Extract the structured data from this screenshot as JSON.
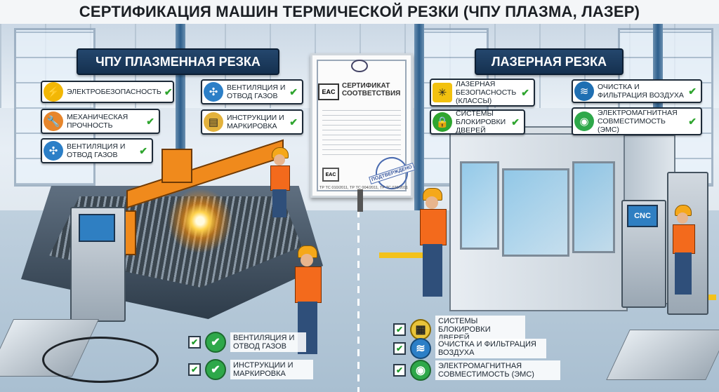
{
  "title": "СЕРТИФИКАЦИЯ МАШИН ТЕРМИЧЕСКОЙ РЕЗКИ (ЧПУ ПЛАЗМА, ЛАЗЕР)",
  "plasma": {
    "header": "ЧПУ ПЛАЗМЕННАЯ РЕЗКА",
    "callouts": [
      {
        "icon": "lightning-icon",
        "text": "ЭЛЕКТРОБЕЗОПАСНОСТЬ"
      },
      {
        "icon": "wrench-icon",
        "text": "МЕХАНИЧЕСКАЯ ПРОЧНОСТЬ"
      },
      {
        "icon": "fan-icon",
        "text": "ВЕНТИЛЯЦИЯ И ОТВОД ГАЗОВ"
      },
      {
        "icon": "fan-icon",
        "text": "ВЕНТИЛЯЦИЯ И ОТВОД ГАЗОВ"
      },
      {
        "icon": "document-icon",
        "text": "ИНСТРУКЦИИ И МАРКИРОВКА"
      }
    ],
    "checklist": [
      {
        "text": "ВЕНТИЛЯЦИЯ И ОТВОД ГАЗОВ"
      },
      {
        "text": "ИНСТРУКЦИИ И МАРКИРОВКА"
      }
    ]
  },
  "laser": {
    "header": "ЛАЗЕРНАЯ РЕЗКА",
    "callouts": [
      {
        "icon": "laser-hazard-icon",
        "text": "ЛАЗЕРНАЯ БЕЗОПАСНОСТЬ (КЛАССЫ)"
      },
      {
        "icon": "lock-icon",
        "text": "СИСТЕМЫ БЛОКИРОВКИ ДВЕРЕЙ"
      },
      {
        "icon": "air-filter-icon",
        "text": "ОЧИСТКА И ФИЛЬТРАЦИЯ ВОЗДУХА"
      },
      {
        "icon": "emc-icon",
        "text": "ЭЛЕКТРОМАГНИТНАЯ СОВМЕСТИМОСТЬ (ЭМС)"
      }
    ],
    "checklist": [
      {
        "icon": "lock-icon",
        "text": "СИСТЕМЫ БЛОКИРОВКИ ДВЕРЕЙ"
      },
      {
        "icon": "air-filter-icon",
        "text": "ОЧИСТКА И ФИЛЬТРАЦИЯ ВОЗДУХА"
      },
      {
        "icon": "emc-icon",
        "text": "ЭЛЕКТРОМАГНИТНАЯ СОВМЕСТИМОСТЬ (ЭМС)"
      }
    ],
    "console_label": "CNC"
  },
  "certificate": {
    "mark": "EAC",
    "heading": "СЕРТИФИКАТ СООТВЕТСТВИЯ",
    "stamp": "ПОДТВЕРЖДЕНО",
    "codes": "ТР ТС 010/2011, ТР ТС 004/2011, ТР ТС 020/2011"
  },
  "colors": {
    "header_bg": "#1d3a5c",
    "check": "#2fa52f",
    "vest": "#f36a1c",
    "gantry": "#f08a1c"
  }
}
